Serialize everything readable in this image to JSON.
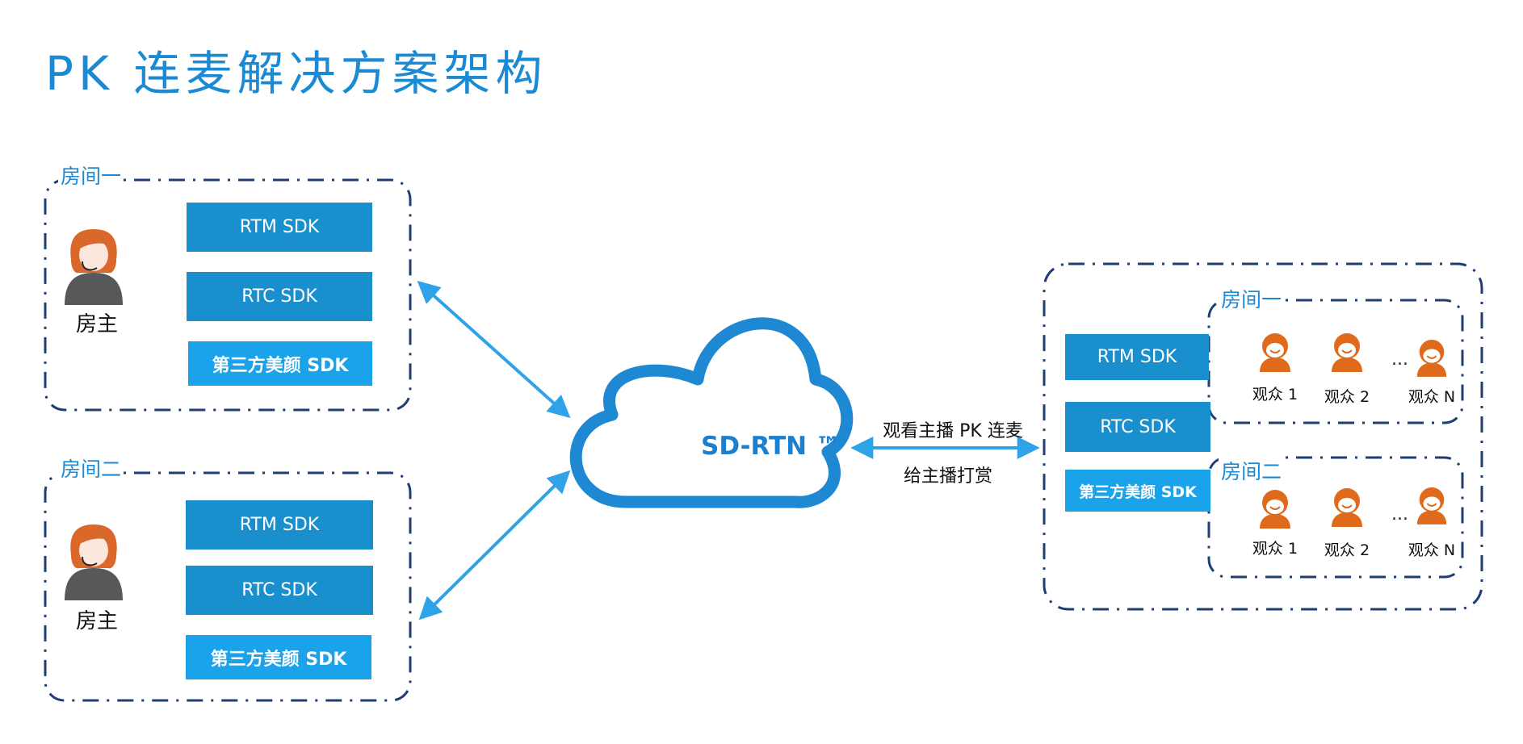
{
  "title": "PK 连麦解决方案架构",
  "colors": {
    "title": "#1a8ad4",
    "border": "#1f3c74",
    "sdk_dark": "#1990cd",
    "sdk_light": "#1aa3ea",
    "arrow": "#2fa2e8",
    "cloud": "#1f88d3",
    "host_hair": "#d9682a",
    "host_body": "#56585a",
    "audience": "#e06a1c"
  },
  "left_rooms": [
    {
      "label": "房间一",
      "host": "房主",
      "sdks": [
        "RTM SDK",
        "RTC SDK",
        "第三方美颜 SDK"
      ]
    },
    {
      "label": "房间二",
      "host": "房主",
      "sdks": [
        "RTM SDK",
        "RTC SDK",
        "第三方美颜 SDK"
      ]
    }
  ],
  "cloud": {
    "label": "SD-RTN ™"
  },
  "link": {
    "top": "观看主播 PK 连麦",
    "bottom": "给主播打赏"
  },
  "right": {
    "sdks": [
      "RTM SDK",
      "RTC SDK",
      "第三方美颜 SDK"
    ],
    "rooms": [
      {
        "label": "房间一",
        "audience": [
          "观众 1",
          "观众 2",
          "观众 N"
        ],
        "ellipsis": "..."
      },
      {
        "label": "房间二",
        "audience": [
          "观众 1",
          "观众 2",
          "观众 N"
        ],
        "ellipsis": "..."
      }
    ]
  }
}
